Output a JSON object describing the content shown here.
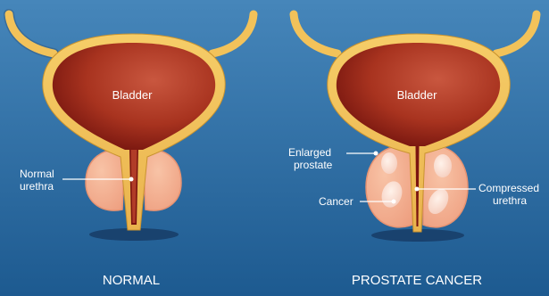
{
  "normal": {
    "bladder_label": "Bladder",
    "urethra_label_line1": "Normal",
    "urethra_label_line2": "urethra",
    "caption": "NORMAL"
  },
  "cancer": {
    "bladder_label": "Bladder",
    "enlarged_line1": "Enlarged",
    "enlarged_line2": "prostate",
    "cancer_label": "Cancer",
    "compressed_line1": "Compressed",
    "compressed_line2": "urethra",
    "caption": "PROSTATE CANCER"
  },
  "colors": {
    "background_top": "#3f7fb3",
    "background_bottom": "#1f5d93",
    "bladder_wall": "#f2c25a",
    "bladder_inner_dark": "#7a1410",
    "bladder_inner_light": "#c8503a",
    "prostate": "#f6b594",
    "tumor": "#fbe3d6",
    "shadow": "#1b3f6a",
    "label_text": "#ffffff"
  }
}
